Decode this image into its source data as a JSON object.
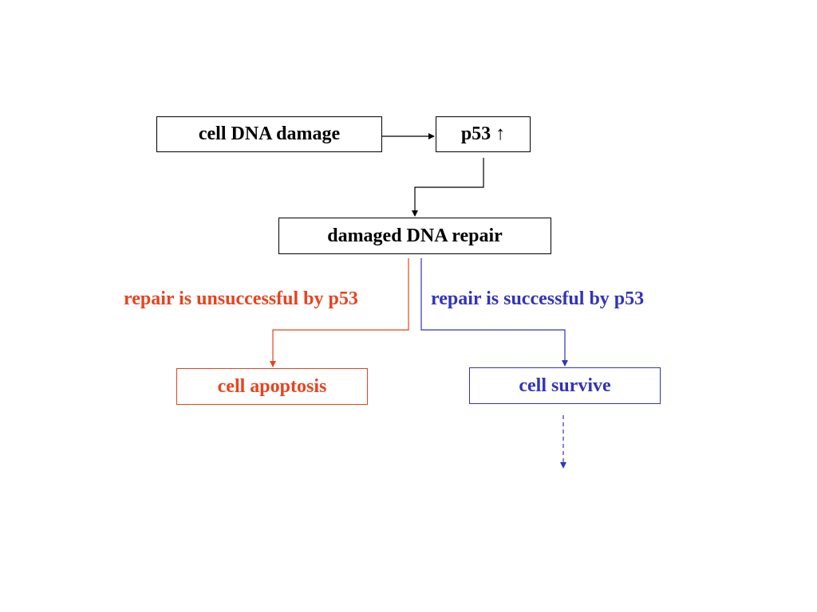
{
  "nodes": {
    "dna_damage": "cell DNA damage",
    "p53_up": "p53",
    "p53_arrow": "↑",
    "dna_repair": "damaged DNA repair",
    "apoptosis": "cell apoptosis",
    "survive": "cell survive"
  },
  "labels": {
    "unsuccessful": "repair is unsuccessful by p53",
    "successful": "repair is successful by p53"
  },
  "colors": {
    "neutral": "#000000",
    "unsuccessful": "#e8431e",
    "successful": "#3333bb"
  }
}
